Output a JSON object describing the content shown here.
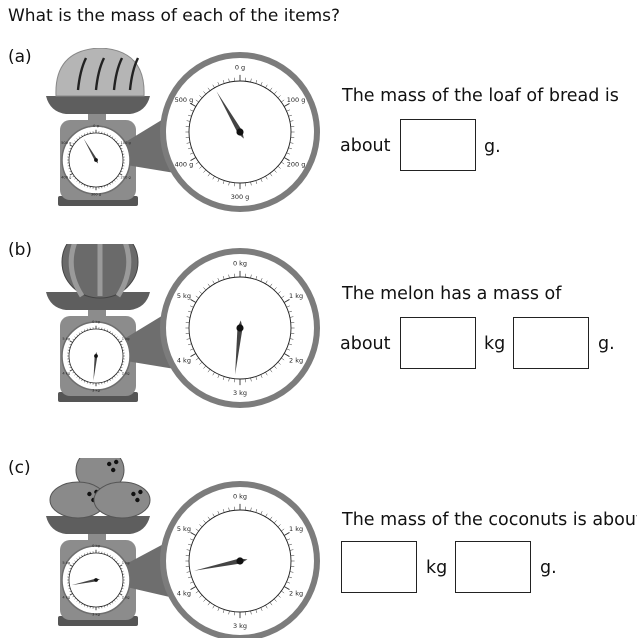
{
  "question": "What is the mass of each of the items?",
  "parts": [
    {
      "label": "(a)",
      "line1": "The mass of the loaf of bread is",
      "about": "about",
      "unit1": "g.",
      "item": "bread-loaf",
      "dial_labels": [
        "0 g",
        "100 g",
        "200 g",
        "300 g",
        "400 g",
        "500 g"
      ],
      "dial_max": 600,
      "reading": 550
    },
    {
      "label": "(b)",
      "line1": "The melon has a mass of",
      "about": "about",
      "unit1": "kg",
      "unit2": "g.",
      "item": "melon",
      "dial_labels": [
        "0 kg",
        "1 kg",
        "2 kg",
        "3 kg",
        "4 kg",
        "5 kg"
      ],
      "dial_max": 6,
      "reading": 3.1
    },
    {
      "label": "(c)",
      "line1": "The mass of the coconuts is about",
      "unit1": "kg",
      "unit2": "g.",
      "item": "coconuts",
      "dial_labels": [
        "0 kg",
        "1 kg",
        "2 kg",
        "3 kg",
        "4 kg",
        "5 kg"
      ],
      "dial_max": 6,
      "reading": 4.3
    }
  ],
  "colors": {
    "scale_body": "#8c8c8c",
    "scale_dark": "#555555",
    "pan": "#5e5e5e",
    "dial_face": "#ffffff",
    "needle": "#444444"
  }
}
